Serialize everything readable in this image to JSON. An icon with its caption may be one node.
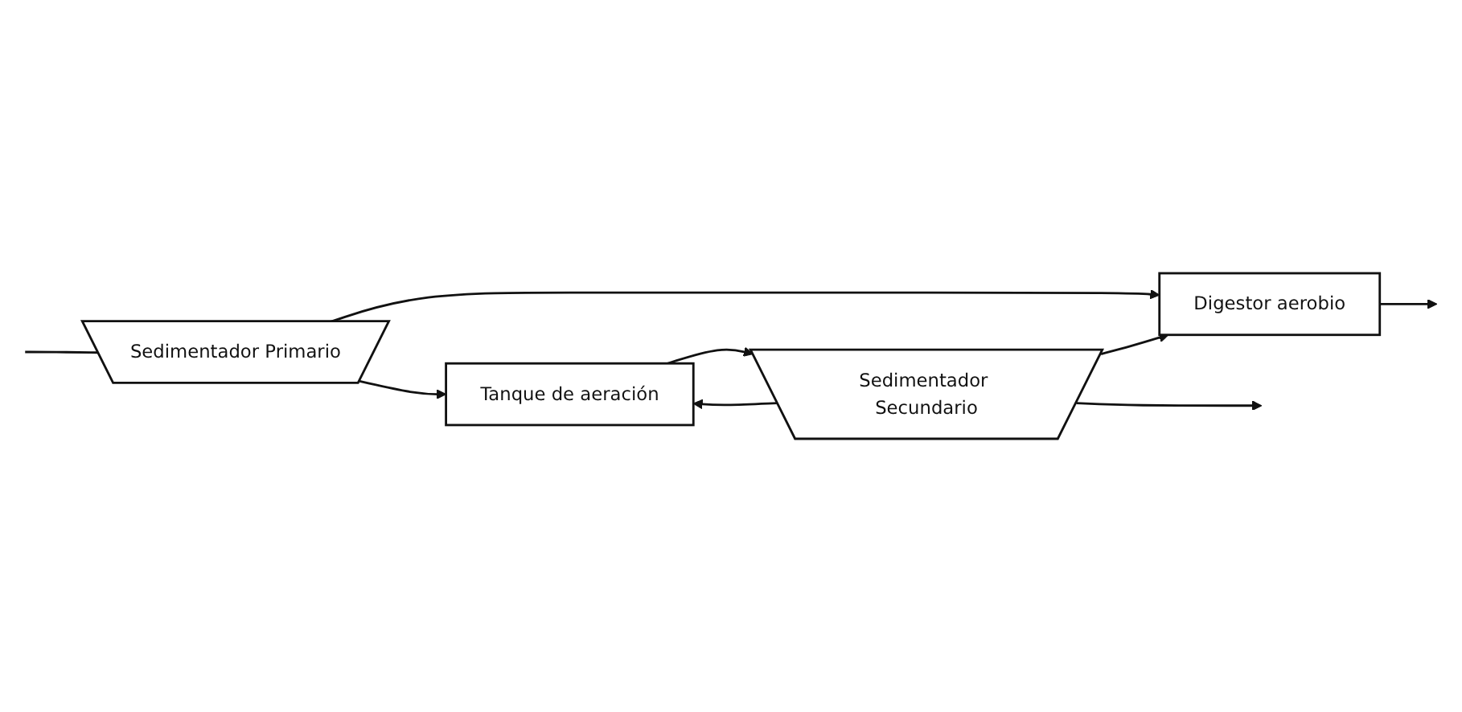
{
  "diagram": {
    "nodes": [
      {
        "text": [
          "Sedimentador Primario"
        ]
      },
      {
        "text": [
          "Tanque de aeración"
        ]
      },
      {
        "text": [
          "Sedimentador Secundario"
        ]
      },
      {
        "text": [
          "Digestor aerobio"
        ]
      }
    ],
    "edges": [
      {
        "from": null,
        "to": 0,
        "arrow": "none"
      },
      {
        "from": 0,
        "to": 1,
        "arrow": "to"
      },
      {
        "from": 1,
        "to": 2,
        "arrow": "to"
      },
      {
        "from": 2,
        "to": null,
        "arrow": "to"
      },
      {
        "from": 2,
        "to": 1,
        "arrow": "to"
      },
      {
        "from": 0,
        "to": 3,
        "arrow": "to"
      },
      {
        "from": 2,
        "to": 3,
        "arrow": "to"
      },
      {
        "from": 3,
        "to": null,
        "arrow": "to"
      }
    ]
  }
}
